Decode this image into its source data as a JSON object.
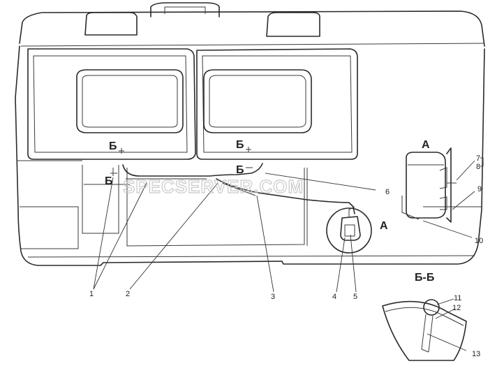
{
  "watermark": "SPECSERVER.COM",
  "section_marks": {
    "b1": "Б",
    "b2": "Б",
    "b3": "Б",
    "b4": "Б"
  },
  "view_labels": {
    "a_marker": "А",
    "a_view_title": "А",
    "bb_view_title": "Б-Б"
  },
  "callouts": {
    "c1": "1",
    "c2": "2",
    "c3": "3",
    "c4": "4",
    "c5": "5",
    "c6": "6",
    "c7": "7",
    "c8": "8",
    "c9": "9",
    "c10": "10",
    "c11": "11",
    "c12": "12",
    "c13": "13"
  }
}
